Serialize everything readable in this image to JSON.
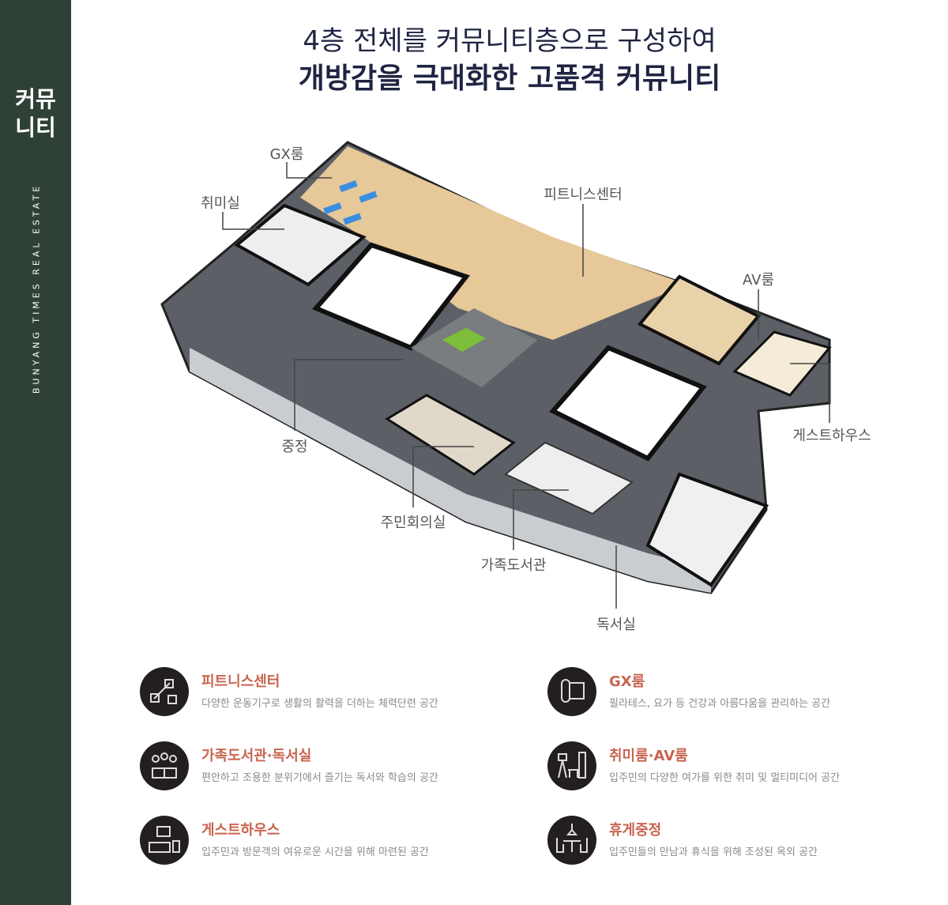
{
  "sidebar": {
    "title_line1": "커뮤",
    "title_line2": "니티",
    "subtitle": "BUNYANG TIMES REAL ESTATE"
  },
  "header": {
    "line1": "4층 전체를 커뮤니티층으로 구성하여",
    "line2": "개방감을 극대화한 고품격 커뮤니티"
  },
  "plan_labels": {
    "gx": "GX룸",
    "hobby": "취미실",
    "fitness": "피트니스센터",
    "av": "AV룸",
    "guest": "게스트하우스",
    "courtyard": "중정",
    "meeting": "주민회의실",
    "library": "가족도서관",
    "reading": "독서실"
  },
  "features": [
    {
      "title": "피트니스센터",
      "desc": "다양한 운동기구로 생활의 활력을 더하는 체력단련 공간",
      "icon": "dumbbell-icon"
    },
    {
      "title": "GX룸",
      "desc": "필라테스, 요가 등 건강과 아름다움을 관리하는 공간",
      "icon": "yoga-mat-icon"
    },
    {
      "title": "가족도서관·독서실",
      "desc": "편안하고 조용한 분위기에서 즐기는 독서와 학습의 공간",
      "icon": "reading-group-icon"
    },
    {
      "title": "취미룸·AV룸",
      "desc": "입주민의 다양한 여가를 위한 취미 및 멀티미디어 공간",
      "icon": "hobby-icon"
    },
    {
      "title": "게스트하우스",
      "desc": "입주민과 방문객의 여유로운 시간을 위해 마련된 공간",
      "icon": "bed-icon"
    },
    {
      "title": "휴게중정",
      "desc": "입주민들의 만남과 휴식을 위해 조성된 옥외 공간",
      "icon": "lounge-table-icon"
    }
  ],
  "colors": {
    "sidebar": "#2f4137",
    "heading": "#1f2442",
    "accent": "#c9644f"
  }
}
